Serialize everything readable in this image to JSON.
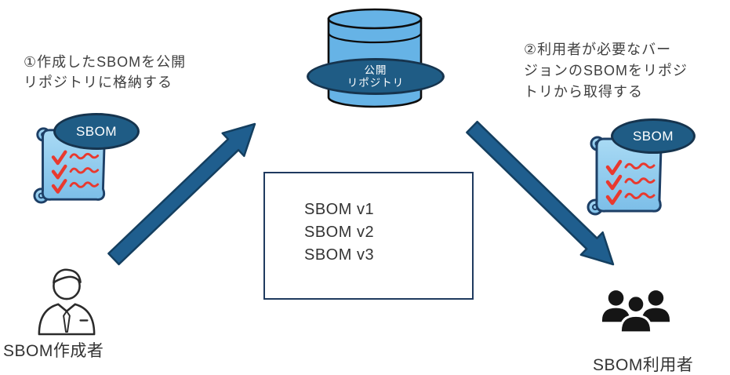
{
  "colors": {
    "arrow_fill": "#1F5E8E",
    "arrow_outline": "#143F60",
    "badge_fill": "#1F5C85",
    "badge_outline": "#16344E",
    "scroll_fill_light": "#A9DAF4",
    "scroll_fill_dark": "#7CBEE8",
    "scroll_outline": "#1D3F66",
    "cylinder_fill": "#66B3E6",
    "cylinder_outline": "#0D0D0D",
    "check_red": "#E8392F",
    "box_border": "#1F3A5F",
    "text_color": "#3F3F3F",
    "label_color": "#333333",
    "icon_stroke": "#2B2B2B",
    "people_fill": "#151515"
  },
  "annotations": {
    "step1": {
      "lines": [
        "①作成したSBOMを公開",
        "リポジトリに格納する"
      ]
    },
    "step2": {
      "lines": [
        "②利用者が必要なバー",
        "ジョンのSBOMをリポジ",
        "トリから取得する"
      ]
    }
  },
  "repository": {
    "name_lines": [
      "公開",
      "リポジトリ"
    ],
    "icon": "database-cylinder-icon"
  },
  "sbom_badge": {
    "label": "SBOM"
  },
  "version_box": {
    "items": [
      "SBOM v1",
      "SBOM v2",
      "SBOM v3"
    ]
  },
  "creator": {
    "label": "SBOM作成者",
    "icon": "person-icon"
  },
  "users": {
    "label": "SBOM利用者",
    "icon": "people-group-icon"
  }
}
